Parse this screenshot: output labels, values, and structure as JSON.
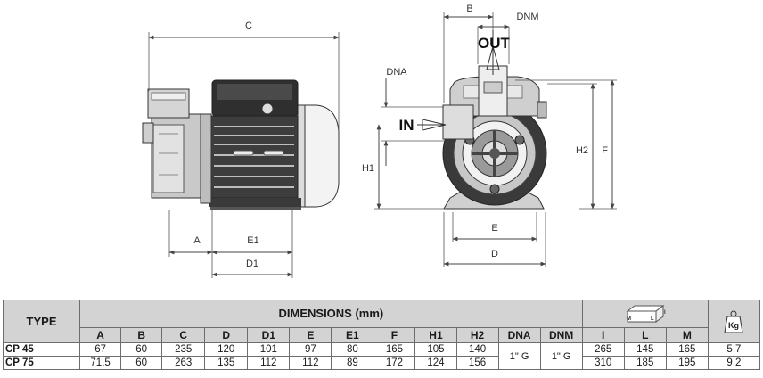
{
  "drawing": {
    "side_labels": {
      "C": "C",
      "A": "A",
      "E1": "E1",
      "D1": "D1"
    },
    "front_labels": {
      "B": "B",
      "DNM": "DNM",
      "OUT": "OUT",
      "DNA": "DNA",
      "IN": "IN",
      "H1": "H1",
      "H2": "H2",
      "F": "F",
      "E": "E",
      "D": "D"
    }
  },
  "table": {
    "type_header": "TYPE",
    "dimensions_header": "DIMENSIONS (mm)",
    "columns": [
      "A",
      "B",
      "C",
      "D",
      "D1",
      "E",
      "E1",
      "F",
      "H1",
      "H2",
      "DNA",
      "DNM",
      "I",
      "L",
      "M"
    ],
    "package_labels": {
      "M": "M",
      "L": "L",
      "I": "I"
    },
    "weight_label": "Kg",
    "rows": [
      {
        "model": "CP 45",
        "A": "67",
        "B": "60",
        "C": "235",
        "D": "120",
        "D1": "101",
        "E": "97",
        "E1": "80",
        "F": "165",
        "H1": "105",
        "H2": "140",
        "I": "265",
        "L": "145",
        "M": "165",
        "kg": "5,7"
      },
      {
        "model": "CP 75",
        "A": "71,5",
        "B": "60",
        "C": "263",
        "D": "135",
        "D1": "112",
        "E": "112",
        "E1": "89",
        "F": "172",
        "H1": "124",
        "H2": "156",
        "I": "310",
        "L": "185",
        "M": "195",
        "kg": "9,2"
      }
    ],
    "dna_value": "1\" G",
    "dnm_value": "1\" G"
  }
}
